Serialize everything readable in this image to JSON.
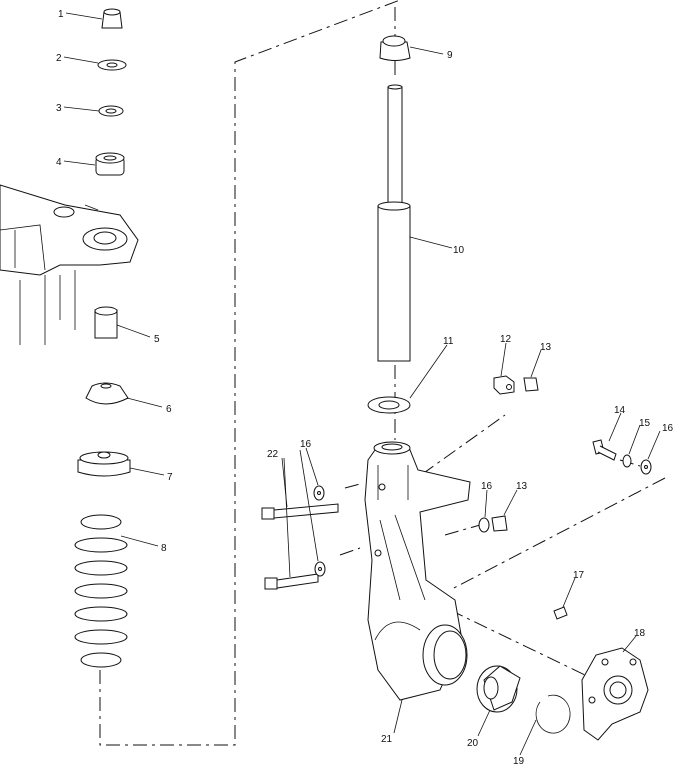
{
  "callouts": [
    {
      "id": "c1",
      "text": "1"
    },
    {
      "id": "c2",
      "text": "2"
    },
    {
      "id": "c3",
      "text": "3"
    },
    {
      "id": "c4",
      "text": "4"
    },
    {
      "id": "c5",
      "text": "5"
    },
    {
      "id": "c6",
      "text": "6"
    },
    {
      "id": "c7",
      "text": "7"
    },
    {
      "id": "c8",
      "text": "8"
    },
    {
      "id": "c9",
      "text": "9"
    },
    {
      "id": "c10",
      "text": "10"
    },
    {
      "id": "c11",
      "text": "11"
    },
    {
      "id": "c12",
      "text": "12"
    },
    {
      "id": "c13a",
      "text": "13"
    },
    {
      "id": "c13b",
      "text": "13"
    },
    {
      "id": "c14",
      "text": "14"
    },
    {
      "id": "c15",
      "text": "15"
    },
    {
      "id": "c16a",
      "text": "16"
    },
    {
      "id": "c16b",
      "text": "16"
    },
    {
      "id": "c16c",
      "text": "16"
    },
    {
      "id": "c17",
      "text": "17"
    },
    {
      "id": "c18",
      "text": "18"
    },
    {
      "id": "c19",
      "text": "19"
    },
    {
      "id": "c20",
      "text": "20"
    },
    {
      "id": "c21",
      "text": "21"
    },
    {
      "id": "c22",
      "text": "22"
    }
  ]
}
